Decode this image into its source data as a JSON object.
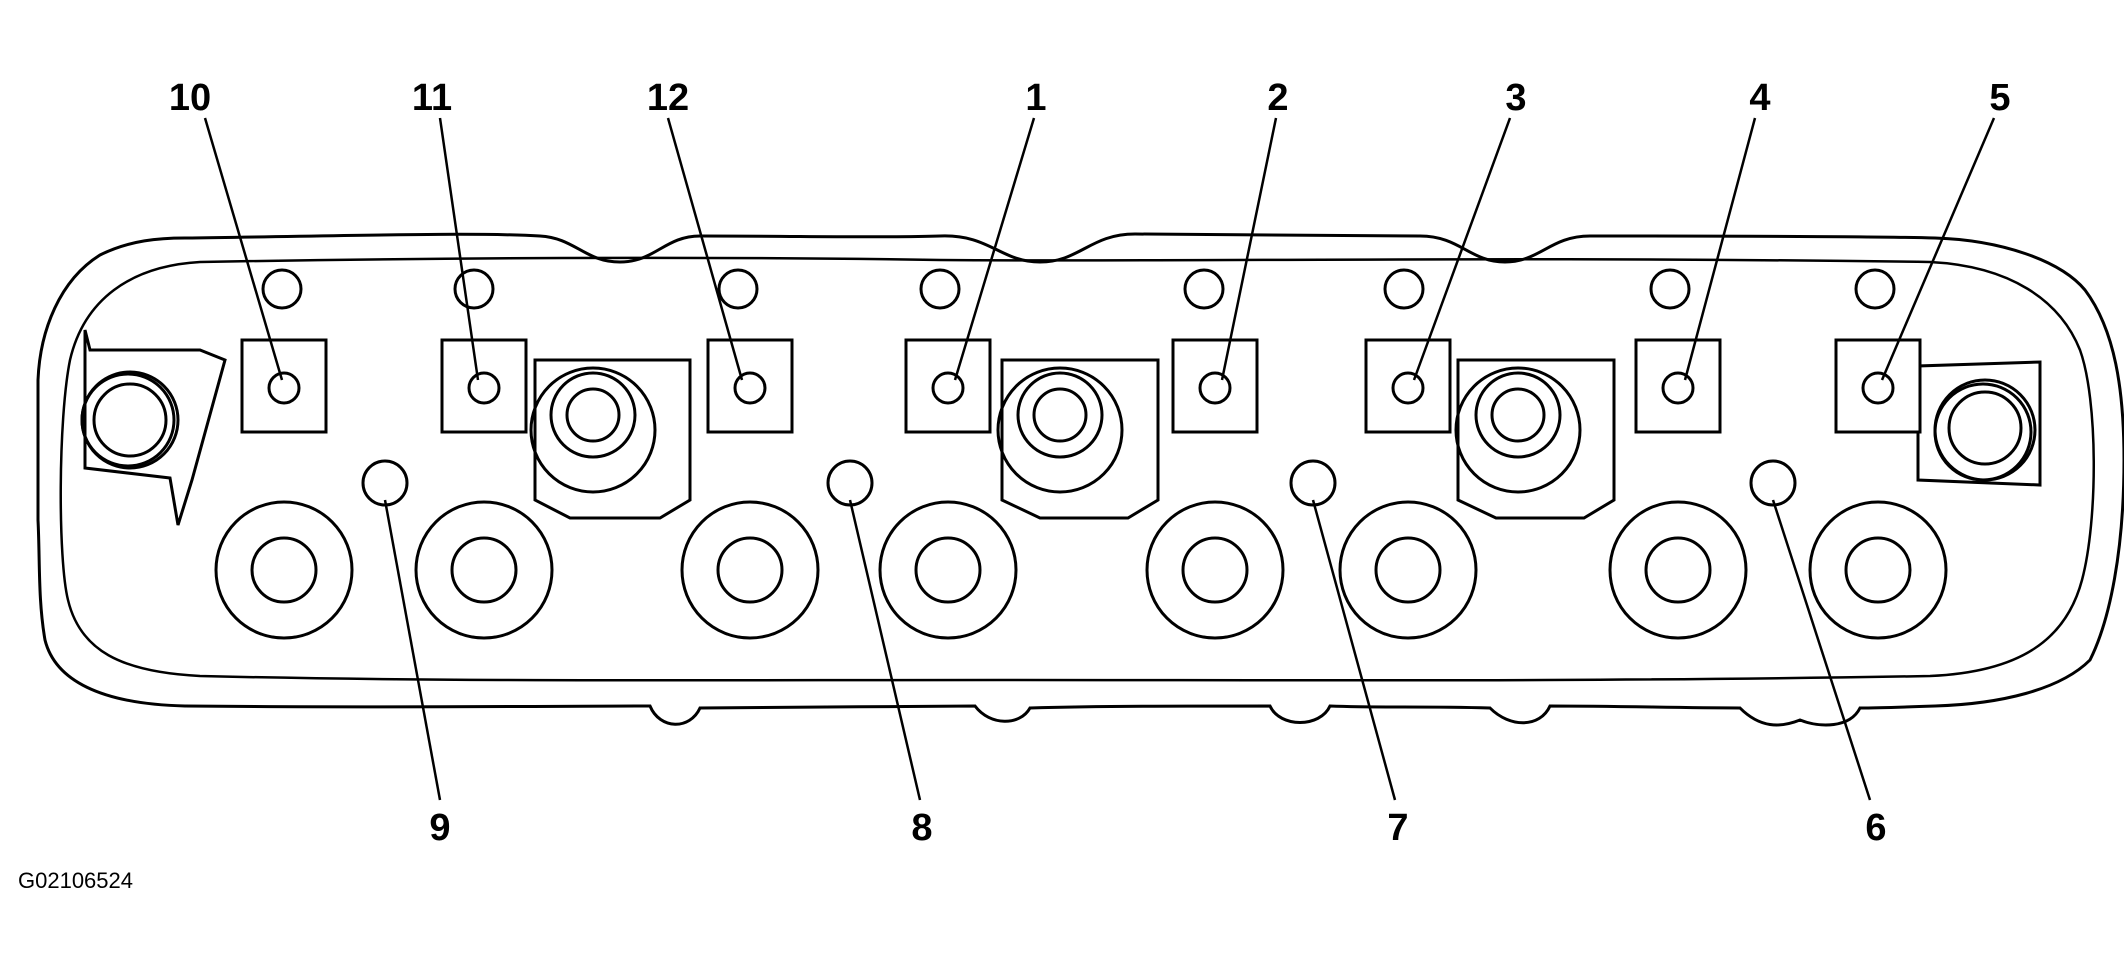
{
  "figure_id": "G02106524",
  "callouts_top": [
    "10",
    "11",
    "12",
    "1",
    "2",
    "3",
    "4",
    "5"
  ],
  "callouts_bottom": [
    "9",
    "8",
    "7",
    "6"
  ]
}
